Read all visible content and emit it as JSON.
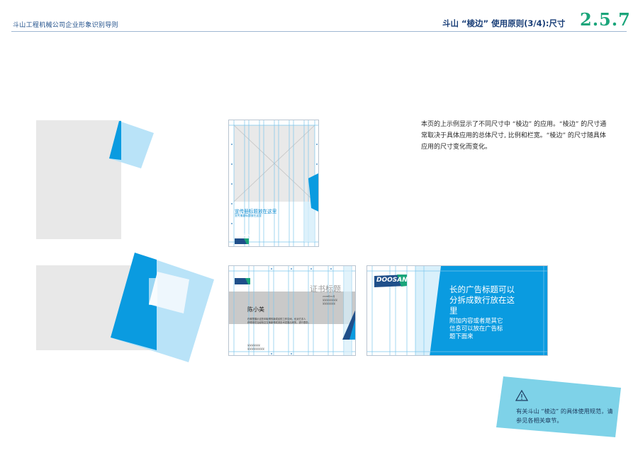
{
  "header": {
    "left_title": "斗山工程机械公司企业形象识别导则",
    "page_title": "斗山 “棱边” 使用原则(3/4):尺寸",
    "page_number": "2.5.7"
  },
  "description": "本页的上示例显示了不同尺寸中 “棱边” 的应用。“棱边” 的尺寸通常取决于具体应用的总体尺寸, 比例和栏宽。“棱边” 的尺寸随具体应用的尺寸变化而变化。",
  "poster": {
    "headline": "宣传册标题放在这里",
    "subline": "宣传册副标题放在这里",
    "logo_text": "DOOSAN"
  },
  "certificate": {
    "logo_text": "DOOSAN",
    "title": "证书标题",
    "name": "陈小美",
    "body_line1": "在哪里展示这些年取得的新成绩的工作空间，也对它手人",
    "body_line2": "获得现在加经验空交换新得成熟技术发展出来的，进行表彰。",
    "info_line1": "2008年10月",
    "info_line2": "某某某某某某某",
    "info_line3": "某某某某某某",
    "footer_line1": "某某某某某某",
    "footer_line2": "某某某某某某某某"
  },
  "billboard": {
    "logo_text": "DOOSAN",
    "headline": "长的广告标题可以分拆成数行放在这里",
    "subline": "附加内容或者是其它信息可以放在广告标题下面来"
  },
  "note": {
    "text": "有关斗山 “棱边” 的具体使用规范，请参见各相关章节。",
    "icon": "warning-icon"
  },
  "colors": {
    "brand_blue": "#0a9be0",
    "light_blue": "#b9e3f8",
    "dark_blue": "#1f4f8a",
    "green": "#1aa57a",
    "gray": "#e8e8e8"
  }
}
